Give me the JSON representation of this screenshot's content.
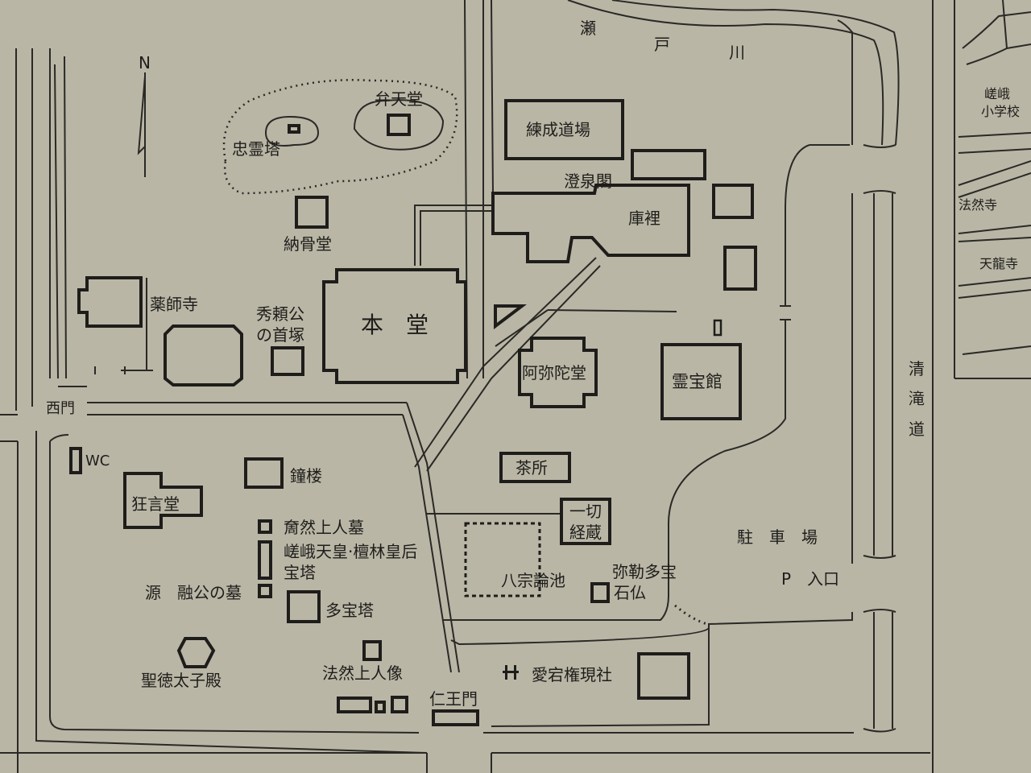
{
  "map": {
    "north": "N",
    "labels": {
      "seto_river": [
        "瀬",
        "戸",
        "川"
      ],
      "bentendo": "弁天堂",
      "churei_to": "忠霊塔",
      "rensei_dojo": "練成道場",
      "chosen_kaku": "澄泉閣",
      "kuri": "庫裡",
      "nokotsu_do": "納骨堂",
      "yakushi_ji": "薬師寺",
      "hideyori_line1": "秀頼公",
      "hideyori_line2": "の首塚",
      "hondo": "本　堂",
      "amida_do": "阿弥陀堂",
      "reiho_kan": "霊宝館",
      "nishi_mon": "西門",
      "wc": "WC",
      "shoro": "鐘楼",
      "kyogen_do": "狂言堂",
      "chasho": "茶所",
      "issai_line1": "一切",
      "issai_line2": "経蔵",
      "chonen_bo": "奝然上人墓",
      "saga_line1": "嵯峨天皇·檀林皇后",
      "saga_line2": "宝塔",
      "minamoto": "源　融公の墓",
      "tahoto": "多宝塔",
      "hasshu_ronchi": "八宗論池",
      "miroku_line1": "弥勒多宝",
      "miroku_line2": "石仏",
      "chusha_jo": "駐　車　場",
      "entrance": "P　入口",
      "seiryu_michi": [
        "清",
        "滝",
        "道"
      ],
      "shotoku": "聖徳太子殿",
      "honen_zo": "法然上人像",
      "atago": "愛宕権現社",
      "nio_mon": "仁王門",
      "saga_school_1": "嵯峨",
      "saga_school_2": "小学校",
      "honen_ji": "法然寺",
      "tenryu_ji": "天龍寺"
    }
  }
}
